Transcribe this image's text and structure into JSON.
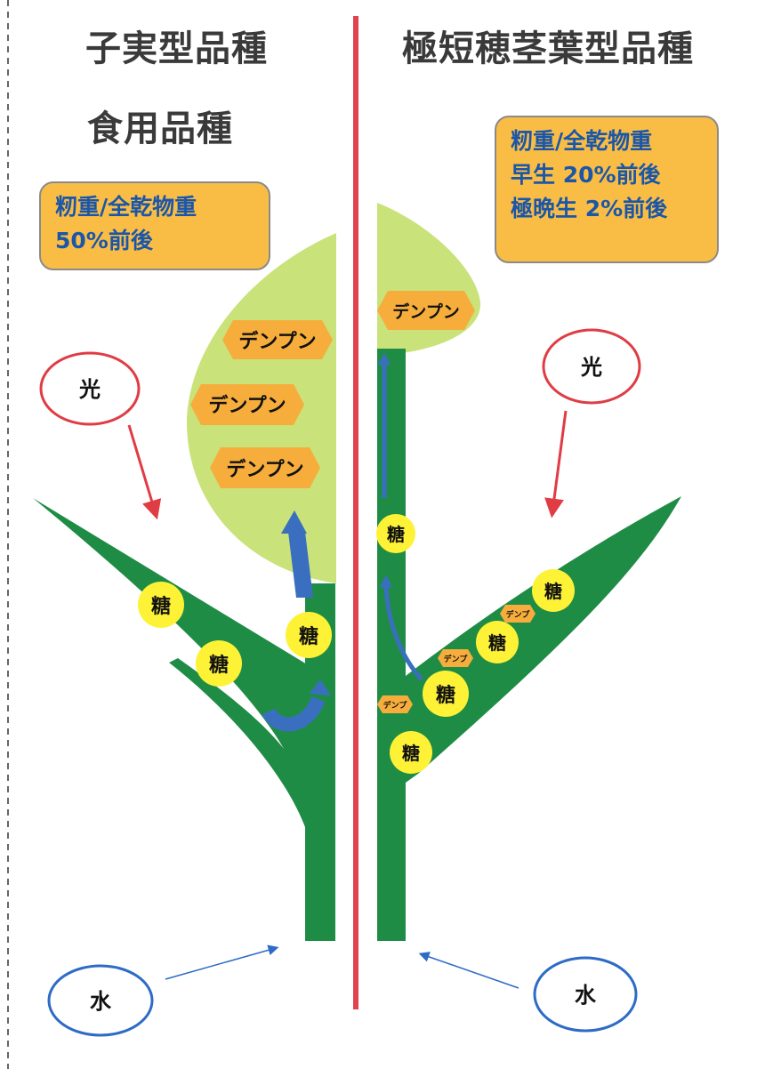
{
  "left": {
    "title": "子実型品種",
    "subtitle": "食用品種",
    "info_lines": [
      "籾重/全乾物重",
      "50%前後"
    ]
  },
  "right": {
    "title": "極短穂茎葉型品種",
    "info_lines": [
      "籾重/全乾物重",
      "早生 20%前後",
      "極晩生 2%前後"
    ]
  },
  "labels": {
    "light": "光",
    "water": "水",
    "starch": "デンプン",
    "starch_small": "デンプ",
    "sugar": "糖"
  },
  "colors": {
    "stem": "#1f8c46",
    "grain": "#c9e27a",
    "starch": "#f6ad3c",
    "sugar": "#fef237",
    "light_circle": "#e03c44",
    "water_circle": "#2d6bc6",
    "divider": "#e0424f",
    "flow_arrow": "#3a6fc0",
    "info_box": "#f9bd46",
    "info_text": "#1b56a8"
  }
}
